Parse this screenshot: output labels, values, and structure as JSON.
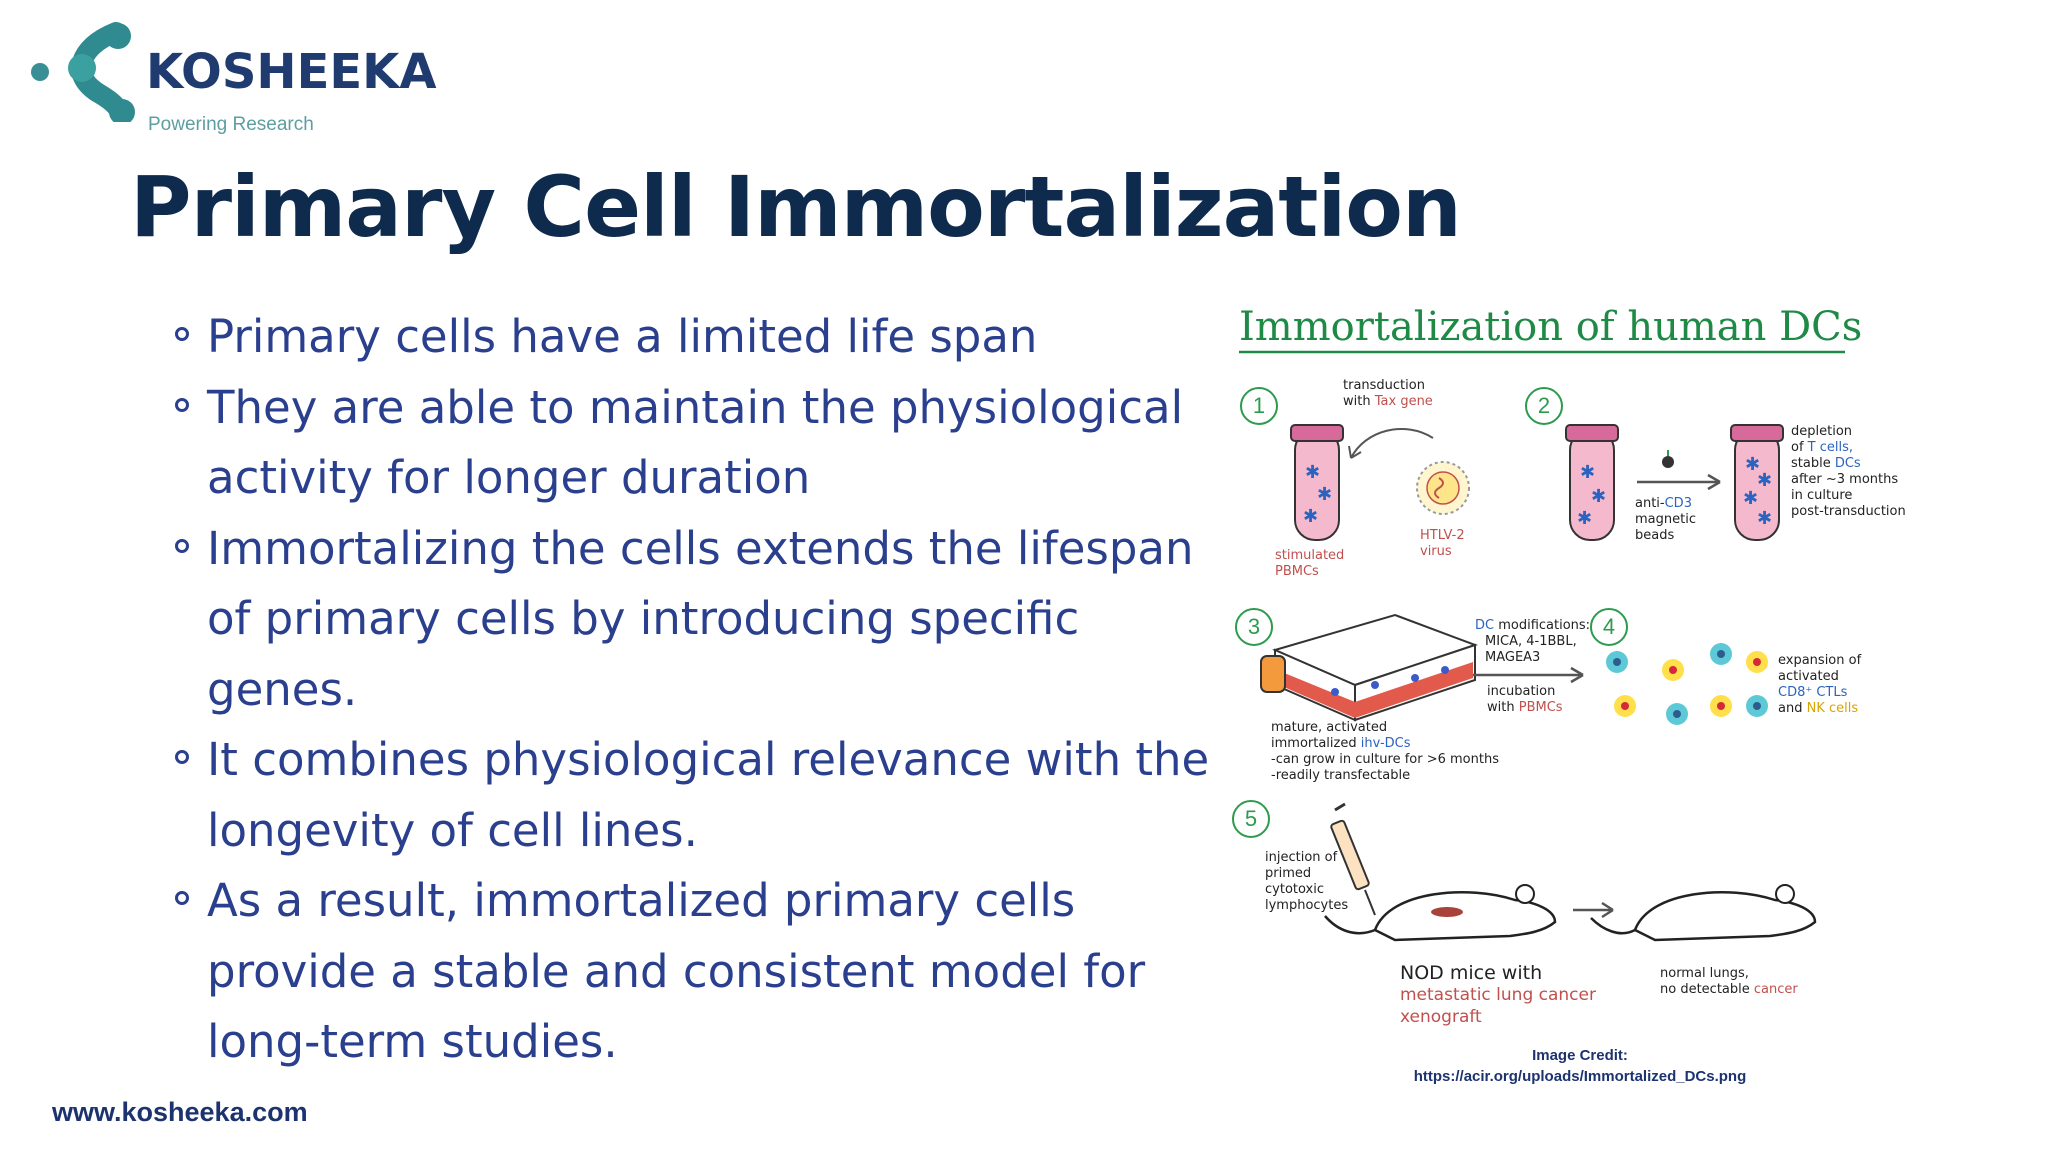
{
  "logo": {
    "name": "KOSHEEKA",
    "tagline": "Powering Research",
    "colors": {
      "primary": "#1f3b70",
      "teal": "#3a8f95"
    }
  },
  "title": "Primary Cell Immortalization",
  "bullets": [
    {
      "lines": [
        "Primary cells have a limited life span"
      ]
    },
    {
      "lines": [
        "They are able to maintain the physiological",
        "activity for longer duration"
      ]
    },
    {
      "lines": [
        "Immortalizing the cells extends the lifespan",
        "of primary cells by introducing specific",
        "genes."
      ]
    },
    {
      "lines": [
        "It combines physiological relevance with the",
        "longevity of cell lines."
      ]
    },
    {
      "lines": [
        "As a result, immortalized primary cells",
        "provide a stable and consistent model for",
        "long-term studies."
      ]
    }
  ],
  "figure": {
    "title": "Immortalization of human DCs",
    "steps": [
      "1",
      "2",
      "3",
      "4",
      "5"
    ],
    "labels": {
      "transduction_a": "transduction",
      "transduction_b": "with",
      "tax_gene": "Tax gene",
      "htlv_a": "HTLV-2",
      "htlv_b": "virus",
      "stim_a": "stimulated",
      "stim_b": "PBMCs",
      "anti_a": "anti-",
      "anti_b": "CD3",
      "magnetic_a": "magnetic",
      "magnetic_b": "beads",
      "depletion_1": "depletion",
      "depletion_2a": "of",
      "depletion_2b": "T cells,",
      "depletion_3a": "stable",
      "depletion_3b": "DCs",
      "depletion_4": "after ~3 months",
      "depletion_5": "in culture",
      "depletion_6": "post-transduction",
      "dc_mod_a": "DC",
      "dc_mod_b": " modifications:",
      "mica": "MICA, 4-1BBL,",
      "mage": "MAGEA3",
      "incub_1": "incubation",
      "incub_2a": "with",
      "incub_2b": "PBMCs",
      "mature_1": "mature, activated",
      "mature_2a": "immortalized",
      "mature_2b": "ihv-DCs",
      "mature_3": "-can grow in culture for >6 months",
      "mature_4": "-readily transfectable",
      "exp_1": "expansion of",
      "exp_2": "activated",
      "exp_3": "CD8⁺ CTLs",
      "exp_4a": "and",
      "exp_4b": "NK cells",
      "inj_1": "injection of",
      "inj_2": "primed",
      "inj_3": "cytotoxic",
      "inj_4": "lymphocytes",
      "nod_1": "NOD mice with",
      "nod_2": "metastatic lung cancer",
      "nod_3": "xenograft",
      "normal_1": "normal lungs,",
      "normal_2a": "no detectable",
      "normal_2b": "cancer"
    }
  },
  "credit": {
    "label": "Image Credit:",
    "url": "https://acir.org/uploads/Immortalized_DCs.png"
  },
  "site": "www.kosheeka.com",
  "colors": {
    "title": "#0e2a4d",
    "bullet_text": "#2a3f8d",
    "figure_green": "#1e8a46"
  }
}
